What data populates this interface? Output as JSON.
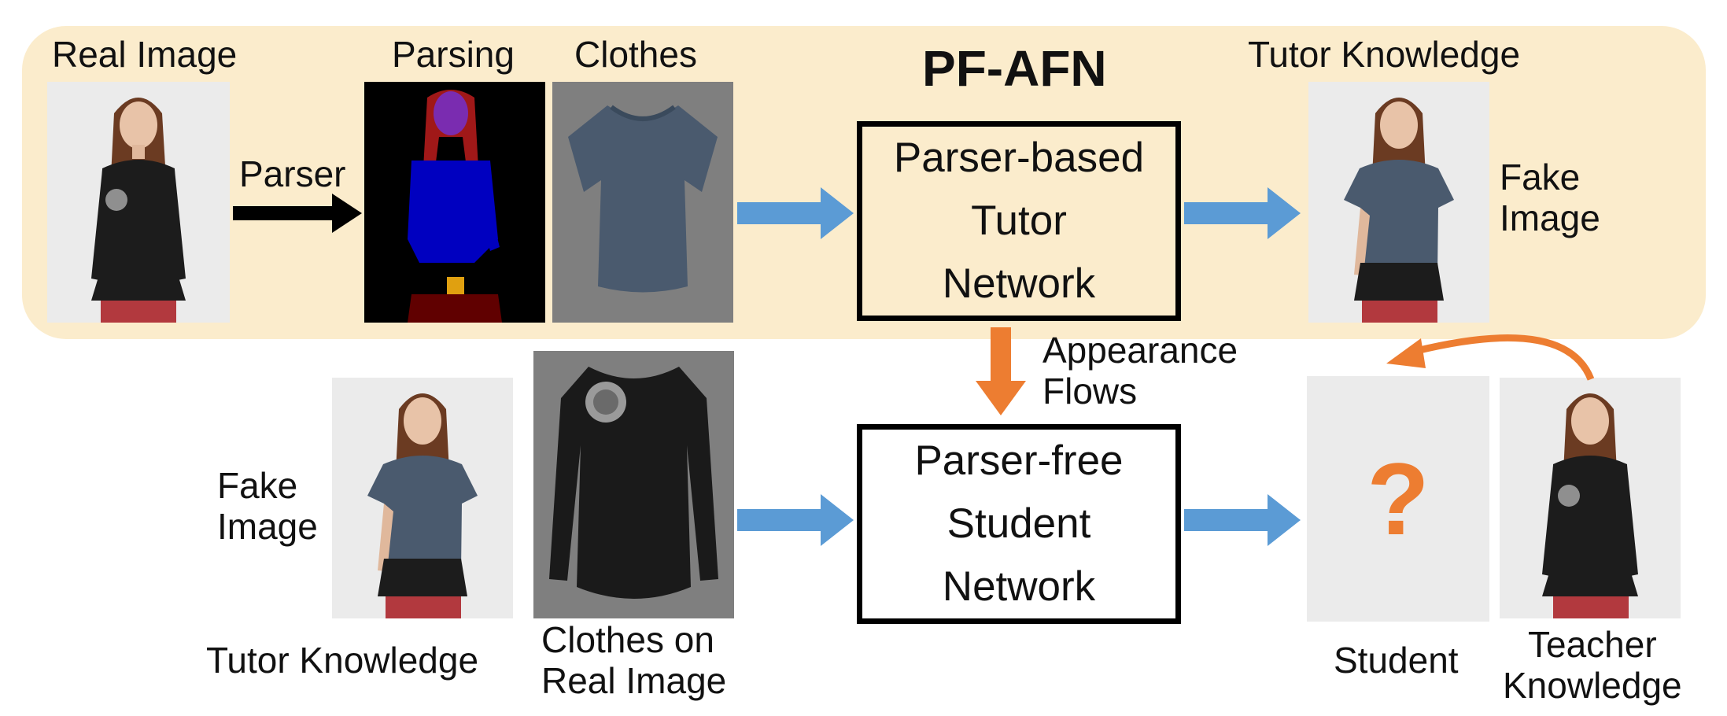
{
  "title": "PF-AFN",
  "top_row": {
    "real_image_label": "Real Image",
    "parser_label": "Parser",
    "parsing_label": "Parsing",
    "clothes_label": "Clothes",
    "tutor_box_lines": [
      "Parser-based",
      "Tutor",
      "Network"
    ],
    "tutor_knowledge_label": "Tutor Knowledge",
    "fake_image_lines": [
      "Fake",
      "Image"
    ]
  },
  "middle": {
    "appearance_flows_lines": [
      "Appearance",
      "Flows"
    ]
  },
  "bottom_row": {
    "fake_image_lines": [
      "Fake",
      "Image"
    ],
    "tutor_knowledge_label": "Tutor Knowledge",
    "clothes_on_real_lines": [
      "Clothes on",
      "Real Image"
    ],
    "student_box_lines": [
      "Parser-free",
      "Student",
      "Network"
    ],
    "question_mark": "?",
    "student_label": "Student",
    "teacher_knowledge_lines": [
      "Teacher",
      "Knowledge"
    ]
  },
  "colors": {
    "panel_fill": "#fbeccc",
    "blue_arrow": "#5b9bd5",
    "orange_arrow": "#ed7d31",
    "black_arrow": "#000000"
  },
  "icons": [
    "person-photo",
    "parsing-map",
    "tshirt",
    "long-sleeve-top"
  ]
}
